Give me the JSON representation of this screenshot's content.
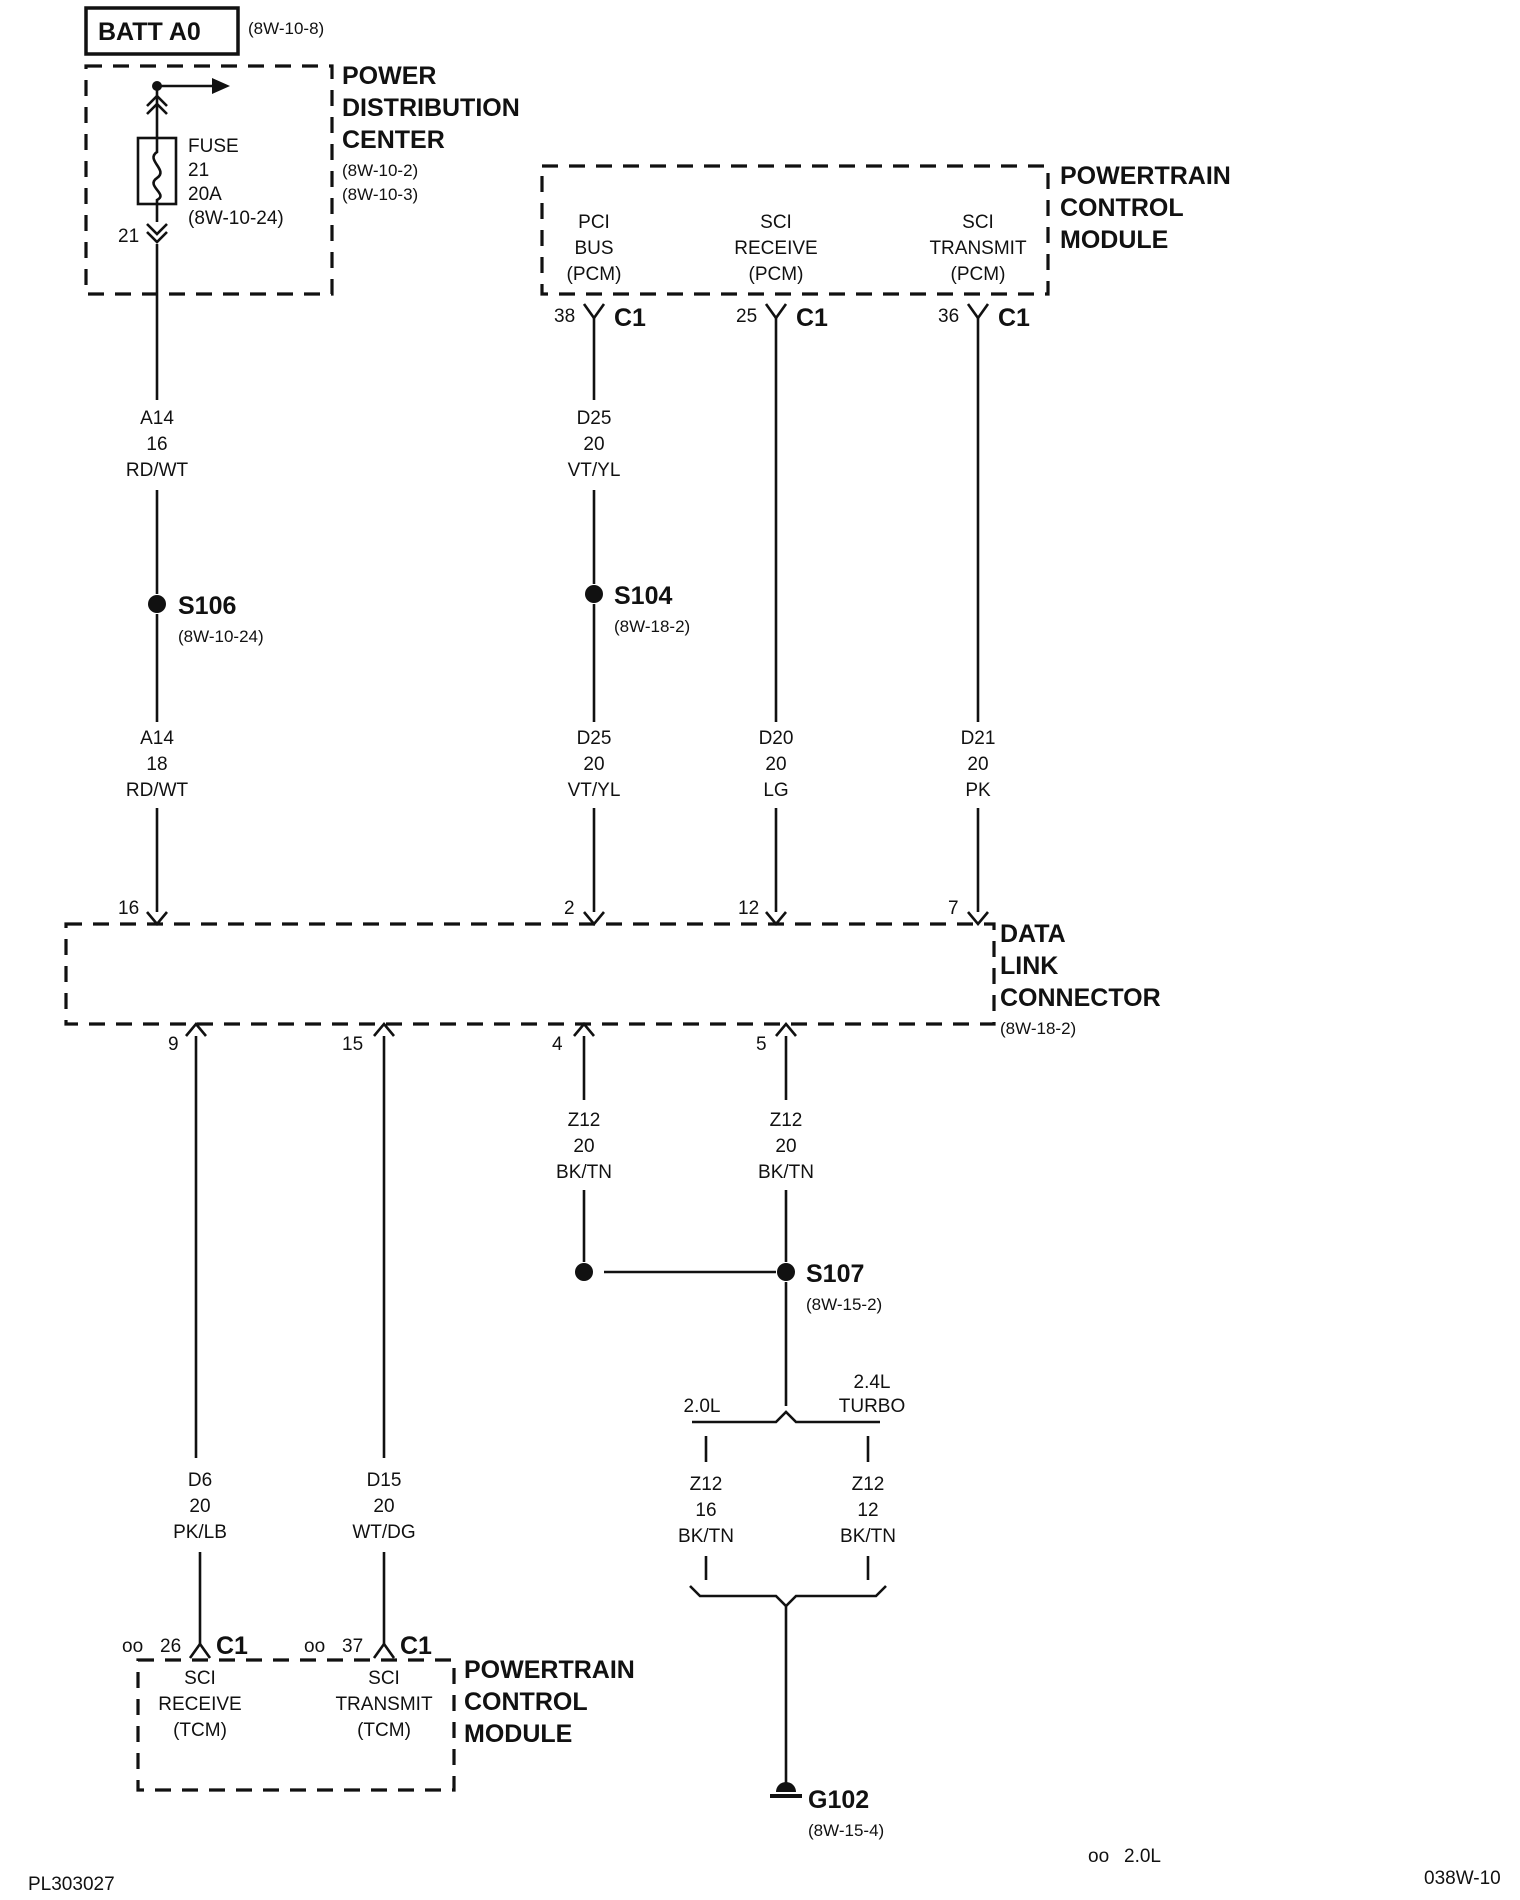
{
  "batt": {
    "label": "BATT A0",
    "ref": "(8W-10-8)"
  },
  "pdc": {
    "name": [
      "POWER",
      "DISTRIBUTION",
      "CENTER"
    ],
    "refs": [
      "(8W-10-2)",
      "(8W-10-3)"
    ],
    "fuse": [
      "FUSE",
      "21",
      "20A",
      "(8W-10-24)"
    ],
    "cavity": "21"
  },
  "pcm_top": {
    "name": [
      "POWERTRAIN",
      "CONTROL",
      "MODULE"
    ],
    "pins": [
      {
        "lines": [
          "PCI",
          "BUS",
          "(PCM)"
        ],
        "cavity": "38",
        "connector": "C1"
      },
      {
        "lines": [
          "SCI",
          "RECEIVE",
          "(PCM)"
        ],
        "cavity": "25",
        "connector": "C1"
      },
      {
        "lines": [
          "SCI",
          "TRANSMIT",
          "(PCM)"
        ],
        "cavity": "36",
        "connector": "C1"
      }
    ]
  },
  "wires": {
    "a14_upper": [
      "A14",
      "16",
      "RD/WT"
    ],
    "a14_lower": [
      "A14",
      "18",
      "RD/WT"
    ],
    "d25_upper": [
      "D25",
      "20",
      "VT/YL"
    ],
    "d25_lower": [
      "D25",
      "20",
      "VT/YL"
    ],
    "d20": [
      "D20",
      "20",
      "LG"
    ],
    "d21": [
      "D21",
      "20",
      "PK"
    ],
    "z12_left": [
      "Z12",
      "20",
      "BK/TN"
    ],
    "z12_right": [
      "Z12",
      "20",
      "BK/TN"
    ],
    "d6": [
      "D6",
      "20",
      "PK/LB"
    ],
    "d15": [
      "D15",
      "20",
      "WT/DG"
    ],
    "z12_20l": [
      "Z12",
      "16",
      "BK/TN"
    ],
    "z12_24l": [
      "Z12",
      "12",
      "BK/TN"
    ]
  },
  "splices": {
    "s106": {
      "name": "S106",
      "ref": "(8W-10-24)"
    },
    "s104": {
      "name": "S104",
      "ref": "(8W-18-2)"
    },
    "s107": {
      "name": "S107",
      "ref": "(8W-15-2)"
    }
  },
  "dlc": {
    "name": [
      "DATA",
      "LINK",
      "CONNECTOR"
    ],
    "ref": "(8W-18-2)",
    "top_cavities": [
      "16",
      "2",
      "12",
      "7"
    ],
    "bottom_cavities": [
      "9",
      "15",
      "4",
      "5"
    ]
  },
  "engine_split": {
    "left": "2.0L",
    "right": [
      "2.4L",
      "TURBO"
    ]
  },
  "pcm_bottom": {
    "name": [
      "POWERTRAIN",
      "CONTROL",
      "MODULE"
    ],
    "pins": [
      {
        "lines": [
          "SCI",
          "RECEIVE",
          "(TCM)"
        ],
        "cavity": "26",
        "connector": "C1",
        "marker": "oo"
      },
      {
        "lines": [
          "SCI",
          "TRANSMIT",
          "(TCM)"
        ],
        "cavity": "37",
        "connector": "C1",
        "marker": "oo"
      }
    ]
  },
  "ground": {
    "name": "G102",
    "ref": "(8W-15-4)"
  },
  "legend": {
    "marker": "oo",
    "text": "2.0L"
  },
  "footer": {
    "left": "PL303027",
    "right": "038W-10"
  }
}
